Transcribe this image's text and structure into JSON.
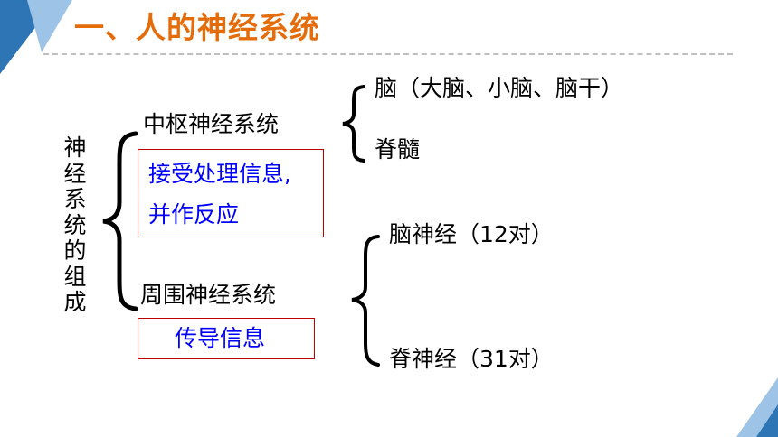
{
  "title": "一、人的神经系统",
  "root_chars": [
    "神",
    "经",
    "系",
    "统",
    "的",
    "组",
    "成"
  ],
  "central": {
    "label": "中枢神经系统",
    "function_lines": [
      "接受处理信息,",
      "并作反应"
    ],
    "children": [
      "脑（大脑、小脑、脑干）",
      "脊髓"
    ]
  },
  "peripheral": {
    "label": "周围神经系统",
    "function": "传导信息",
    "children": [
      "脑神经（12对）",
      "脊神经（31对）"
    ]
  },
  "colors": {
    "title": "#e46c0a",
    "function_text": "#0000ff",
    "box_border": "#c00000",
    "deco_dark": "#2e75b6",
    "deco_light": "#9dc3e6"
  }
}
